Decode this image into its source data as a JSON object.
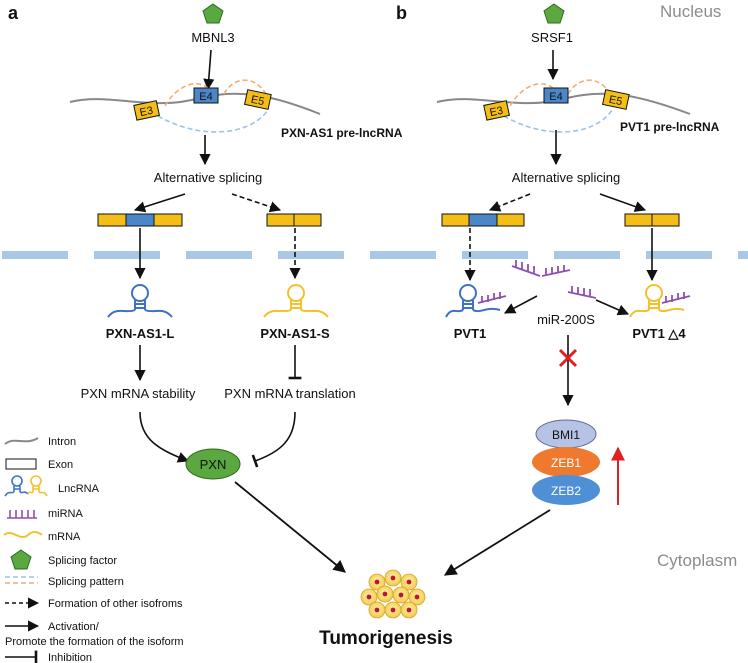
{
  "panels": {
    "a": "a",
    "b": "b"
  },
  "compartments": {
    "nucleus": "Nucleus",
    "cytoplasm": "Cytoplasm"
  },
  "left": {
    "factor": "MBNL3",
    "gene": "PXN-AS1 pre-lncRNA",
    "exons": [
      "E3",
      "E4",
      "E5"
    ],
    "splicing": "Alternative splicing",
    "long_isoform": "PXN-AS1-L",
    "short_isoform": "PXN-AS1-S",
    "effect_long": "PXN mRNA stability",
    "effect_short": "PXN mRNA translation",
    "protein": "PXN"
  },
  "right": {
    "factor": "SRSF1",
    "gene": "PVT1 pre-lncRNA",
    "exons": [
      "E3",
      "E4",
      "E5"
    ],
    "splicing": "Alternative splicing",
    "isoform_full": "PVT1",
    "isoform_delta": "PVT1 △4",
    "mirna": "miR-200S",
    "targets": [
      "BMI1",
      "ZEB1",
      "ZEB2"
    ]
  },
  "outcome": "Tumorigenesis",
  "legend": [
    {
      "key": "intron",
      "label": "Intron"
    },
    {
      "key": "exon",
      "label": "Exon"
    },
    {
      "key": "lncrna",
      "label": "LncRNA"
    },
    {
      "key": "mirna",
      "label": "miRNA"
    },
    {
      "key": "mrna",
      "label": "mRNA"
    },
    {
      "key": "factor",
      "label": "Splicing factor"
    },
    {
      "key": "pattern",
      "label": "Splicing pattern"
    },
    {
      "key": "other",
      "label": "Formation of other isofroms"
    },
    {
      "key": "activation",
      "label": "Activation/"
    },
    {
      "key": "activation2",
      "label": "Promote the formation of the isoform"
    },
    {
      "key": "inhibition",
      "label": "Inhibition"
    }
  ],
  "colors": {
    "exon_yellow": "#f5be17",
    "exon_blue": "#4a86c8",
    "factor_green": "#5aa83f",
    "membrane": "#a8c8e6",
    "dash_orange": "#f2ad74",
    "dash_blue": "#9cc4e6",
    "mirna_purple": "#8e4fb5",
    "lnc_blue": "#3f72c6",
    "mrna_yellow": "#f2c12e",
    "zeb1": "#ef7a2f",
    "zeb2": "#4e8fd6",
    "bmi1": "#b7c3e5",
    "cell": "#f7d95e",
    "nucleus_red": "#c0142a",
    "red_arrow": "#e02020"
  }
}
